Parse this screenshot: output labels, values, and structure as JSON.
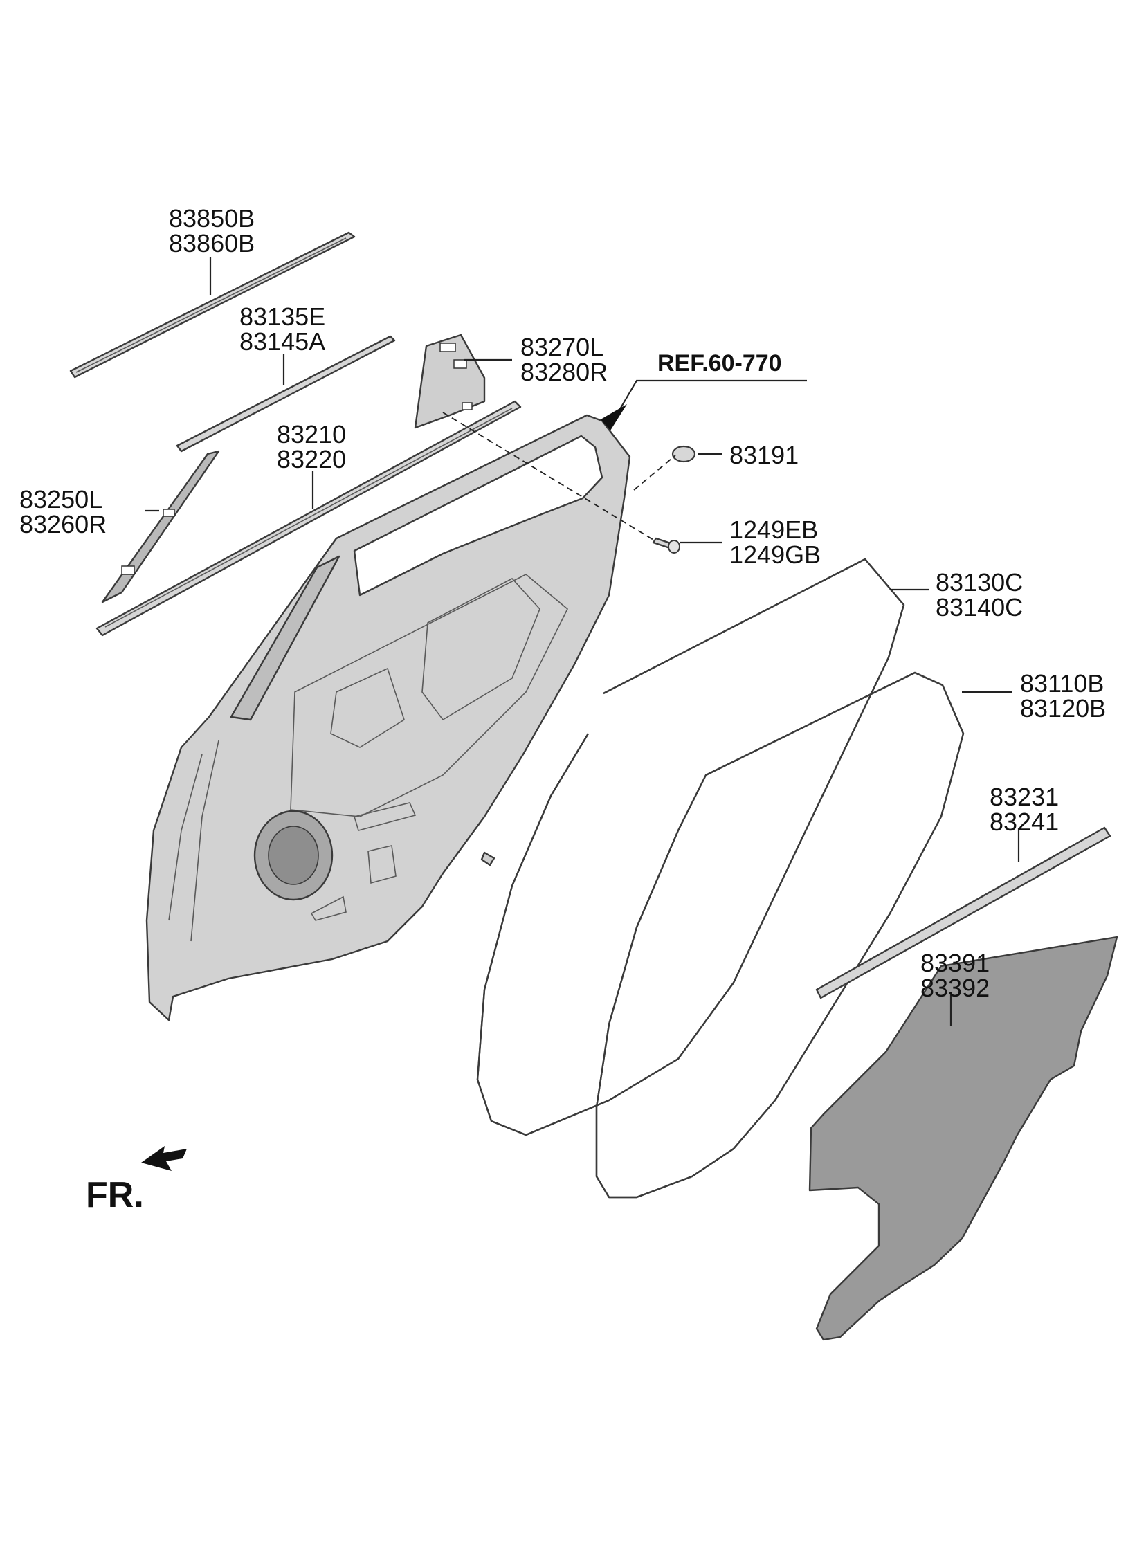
{
  "colors": {
    "panel_fill": "#d2d2d2",
    "part_shadow": "#a9a9a9",
    "pad_fill": "#9a9a9a",
    "line": "#222222"
  },
  "labels": {
    "p83850B": "83850B",
    "p83860B": "83860B",
    "p83135E": "83135E",
    "p83145A": "83145A",
    "p83270L": "83270L",
    "p83280R": "83280R",
    "ref": "REF.60-770",
    "p83210": "83210",
    "p83220": "83220",
    "p83191": "83191",
    "p83250L": "83250L",
    "p83260R": "83260R",
    "p1249EB": "1249EB",
    "p1249GB": "1249GB",
    "p83130C": "83130C",
    "p83140C": "83140C",
    "p83110B": "83110B",
    "p83120B": "83120B",
    "p83231": "83231",
    "p83241": "83241",
    "p83391": "83391",
    "p83392": "83392",
    "fr": "FR."
  },
  "icons": {
    "front_arrow": "arrow-down-left-icon",
    "ref_arrow": "arrow-pointer-icon"
  }
}
